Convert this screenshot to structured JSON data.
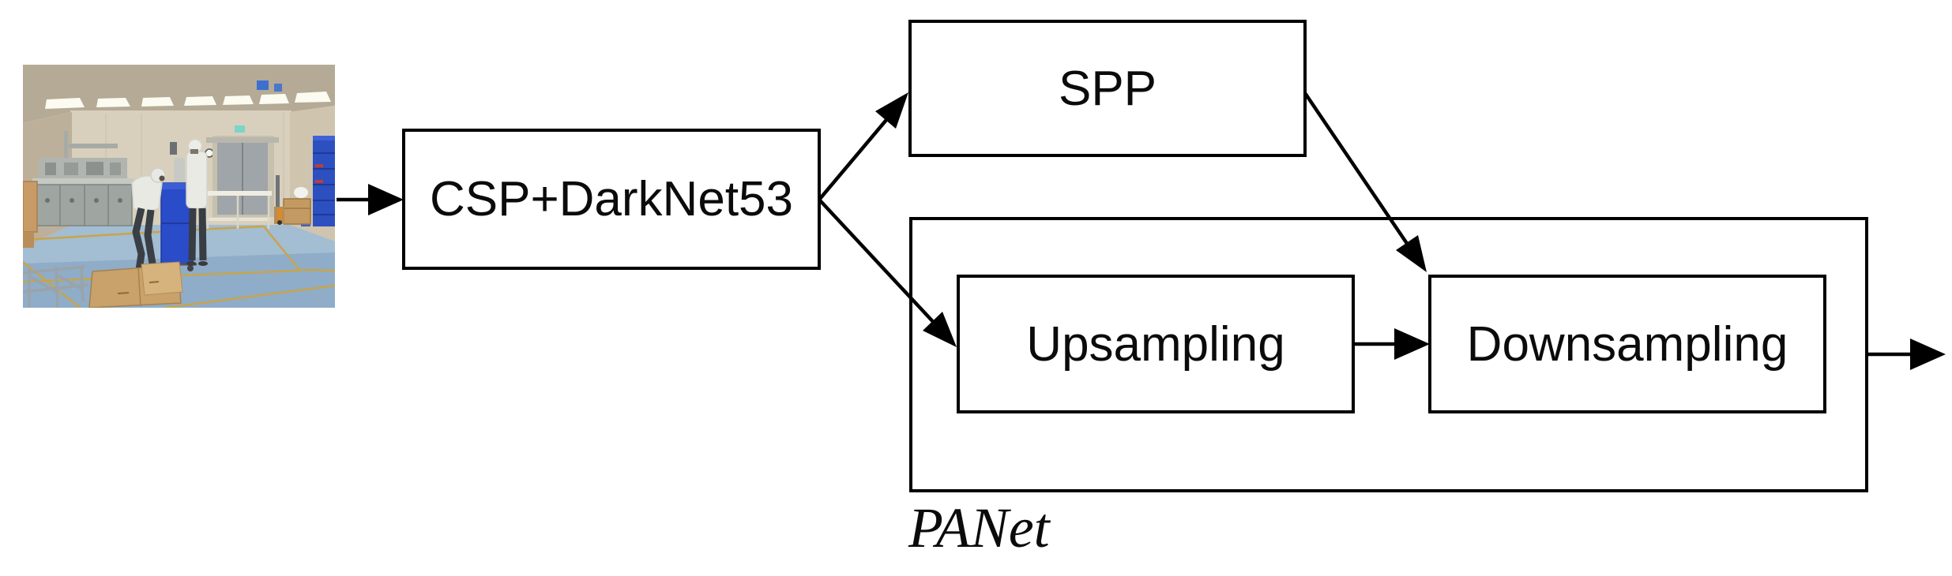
{
  "diagram": {
    "backbone": "CSP+DarkNet53",
    "spp": "SPP",
    "upsampling": "Upsampling",
    "downsampling": "Downsampling",
    "panet_group": "PANet",
    "edges": [
      {
        "from": "input-photo",
        "to": "backbone"
      },
      {
        "from": "backbone",
        "to": "spp"
      },
      {
        "from": "backbone",
        "to": "upsampling"
      },
      {
        "from": "spp",
        "to": "downsampling"
      },
      {
        "from": "upsampling",
        "to": "downsampling"
      },
      {
        "from": "panet_group",
        "to": "output"
      }
    ],
    "colors": {
      "line": "#000000",
      "box_fill": "#ffffff",
      "background": "#ffffff"
    },
    "photo_palette": {
      "floor_blue": "#8fadc8",
      "wall_beige": "#d8d0bc",
      "cabinet_blue": "#2b4cc8",
      "bins_blue": "#2c50c0",
      "cardboard_tan": "#c9a26b",
      "lane_line_yellow": "#c9a44a"
    }
  }
}
